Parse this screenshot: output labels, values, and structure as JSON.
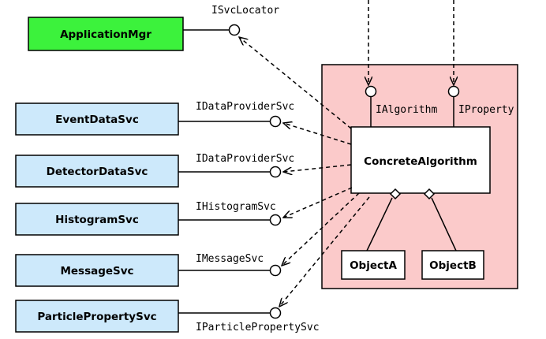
{
  "colors": {
    "app_mgr_fill": "#3cf23c",
    "service_fill": "#cde9fb",
    "container_fill": "#fbcaca",
    "concrete_fill": "#ffffff",
    "object_fill": "#ffffff",
    "stroke": "#000000"
  },
  "diagram": {
    "application_mgr": "ApplicationMgr",
    "services": [
      "EventDataSvc",
      "DetectorDataSvc",
      "HistogramSvc",
      "MessageSvc",
      "ParticlePropertySvc"
    ],
    "interfaces": {
      "svc_locator": "ISvcLocator",
      "event_data": "IDataProviderSvc",
      "detector_data": "IDataProviderSvc",
      "histogram": "IHistogramSvc",
      "message": "IMessageSvc",
      "particle_property": "IParticlePropertySvc",
      "algorithm": "IAlgorithm",
      "property": "IProperty"
    },
    "concrete_algorithm": "ConcreteAlgorithm",
    "object_a": "ObjectA",
    "object_b": "ObjectB"
  }
}
